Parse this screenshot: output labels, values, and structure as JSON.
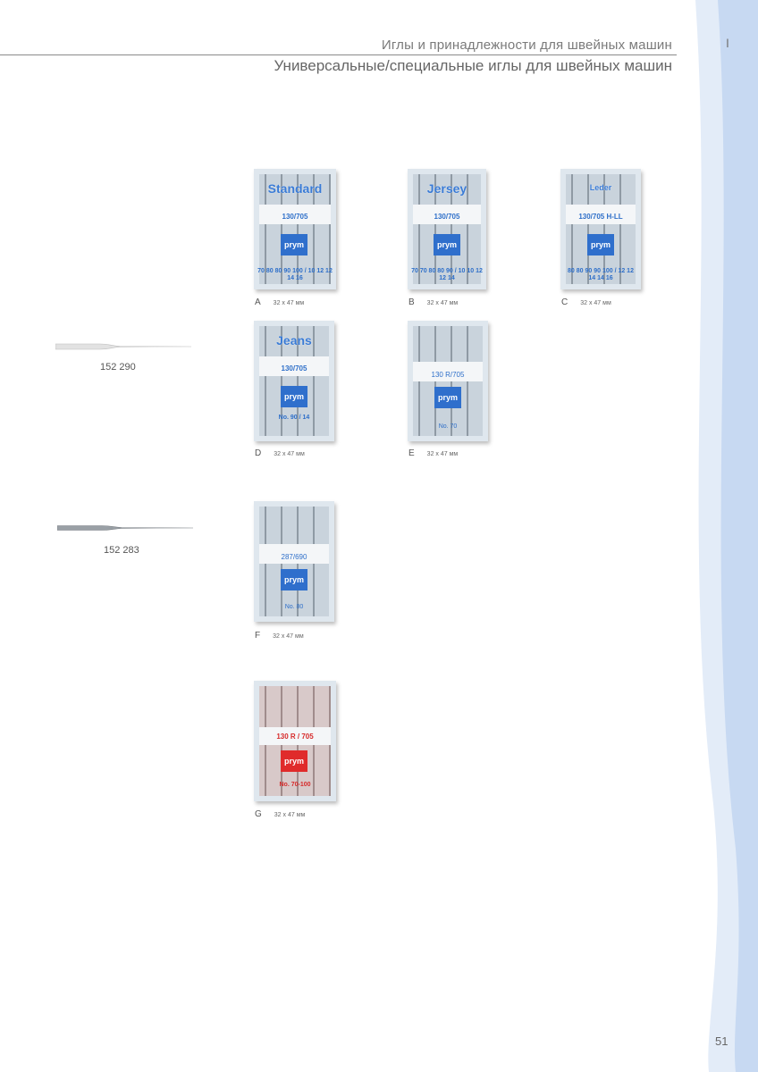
{
  "header": {
    "title": "Иглы и принадлежности для швейных машин",
    "subtitle": "Универсальные/специальные иглы для швейных машин",
    "chapter": "I"
  },
  "page_number": "51",
  "needles": [
    {
      "article": "152 290"
    },
    {
      "article": "152 283"
    }
  ],
  "packs": [
    {
      "letter": "A",
      "size": "32 x 47 мм",
      "brand": "Standard",
      "code": "130/705",
      "logo": "prym",
      "sizes": "70 80 80 90 100 / 10 12 12 14 16"
    },
    {
      "letter": "B",
      "size": "32 x 47 мм",
      "brand": "Jersey",
      "code": "130/705",
      "logo": "prym",
      "sizes": "70 70 80 80 90 / 10 10 12 12 14"
    },
    {
      "letter": "C",
      "size": "32 x 47 мм",
      "brand": "Leder",
      "code": "130/705 H-LL",
      "logo": "prym",
      "sizes": "80 80 90 90 100 / 12 12 14 14 16"
    },
    {
      "letter": "D",
      "size": "32 x 47 мм",
      "brand": "Jeans",
      "code": "130/705",
      "logo": "prym",
      "sizes": "No. 90 / 14"
    },
    {
      "letter": "E",
      "size": "32 x 47 мм",
      "brand": "",
      "code": "130 R/705",
      "logo": "prym",
      "sizes": "No. 70"
    },
    {
      "letter": "F",
      "size": "32 x 47 мм",
      "brand": "",
      "code": "287/690",
      "logo": "prym",
      "sizes": "No. 80"
    },
    {
      "letter": "G",
      "size": "32 x 47 мм",
      "brand": "",
      "code": "130 R / 705",
      "logo": "prym",
      "sizes": "No. 70-100"
    }
  ],
  "colors": {
    "accent_blue": "#2f6fcc",
    "accent_red": "#e02b2b",
    "band": "#c7d9f2"
  }
}
